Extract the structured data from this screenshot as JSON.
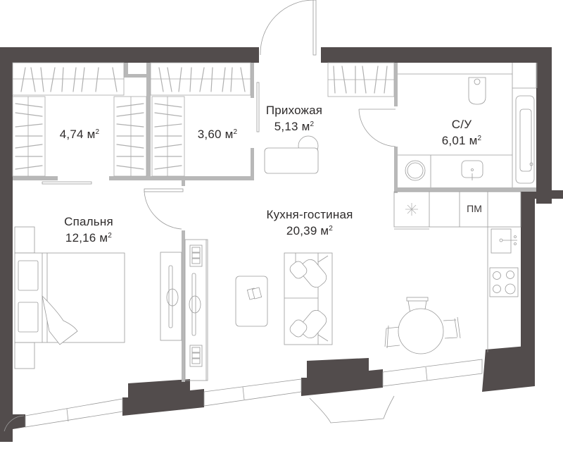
{
  "plan": {
    "type": "apartment-floor-plan",
    "wall_color": "#524c4c",
    "partition_color": "#b8b8b8",
    "line_color": "#9a9a9a",
    "rooms": [
      {
        "id": "wardrobe-1",
        "name": "",
        "area": "4,74",
        "unit": "м",
        "unit_power": "2"
      },
      {
        "id": "wardrobe-2",
        "name": "",
        "area": "3,60",
        "unit": "м",
        "unit_power": "2"
      },
      {
        "id": "hallway",
        "name": "Прихожая",
        "area": "5,13",
        "unit": "м",
        "unit_power": "2"
      },
      {
        "id": "bathroom",
        "name": "С/У",
        "area": "6,01",
        "unit": "м",
        "unit_power": "2"
      },
      {
        "id": "bedroom",
        "name": "Спальня",
        "area": "12,16",
        "unit": "м",
        "unit_power": "2"
      },
      {
        "id": "kitchen-living",
        "name": "Кухня-гостиная",
        "area": "20,39",
        "unit": "м",
        "unit_power": "2"
      }
    ],
    "appliance_labels": {
      "dishwasher": "ПМ"
    }
  }
}
